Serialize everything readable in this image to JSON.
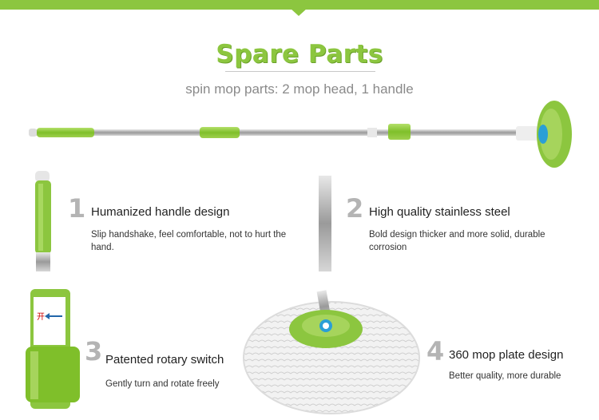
{
  "header": {
    "title": "Spare Parts",
    "subtitle": "spin mop parts: 2 mop head, 1 handle"
  },
  "features": [
    {
      "number": "1",
      "title": "Humanized handle design",
      "description": "Slip handshake, feel comfortable, not to hurt the hand."
    },
    {
      "number": "2",
      "title": "High quality stainless steel",
      "description": "Bold design thicker and more solid, durable corrosion"
    },
    {
      "number": "3",
      "title": "Patented rotary switch",
      "description": "Gently turn and rotate freely"
    },
    {
      "number": "4",
      "title": "360 mop plate design",
      "description": "Better quality, more durable"
    }
  ],
  "switch_label": "开",
  "colors": {
    "accent": "#8cc63f",
    "number_gray": "#b4b4b4",
    "steel": "#b9b9b9"
  }
}
